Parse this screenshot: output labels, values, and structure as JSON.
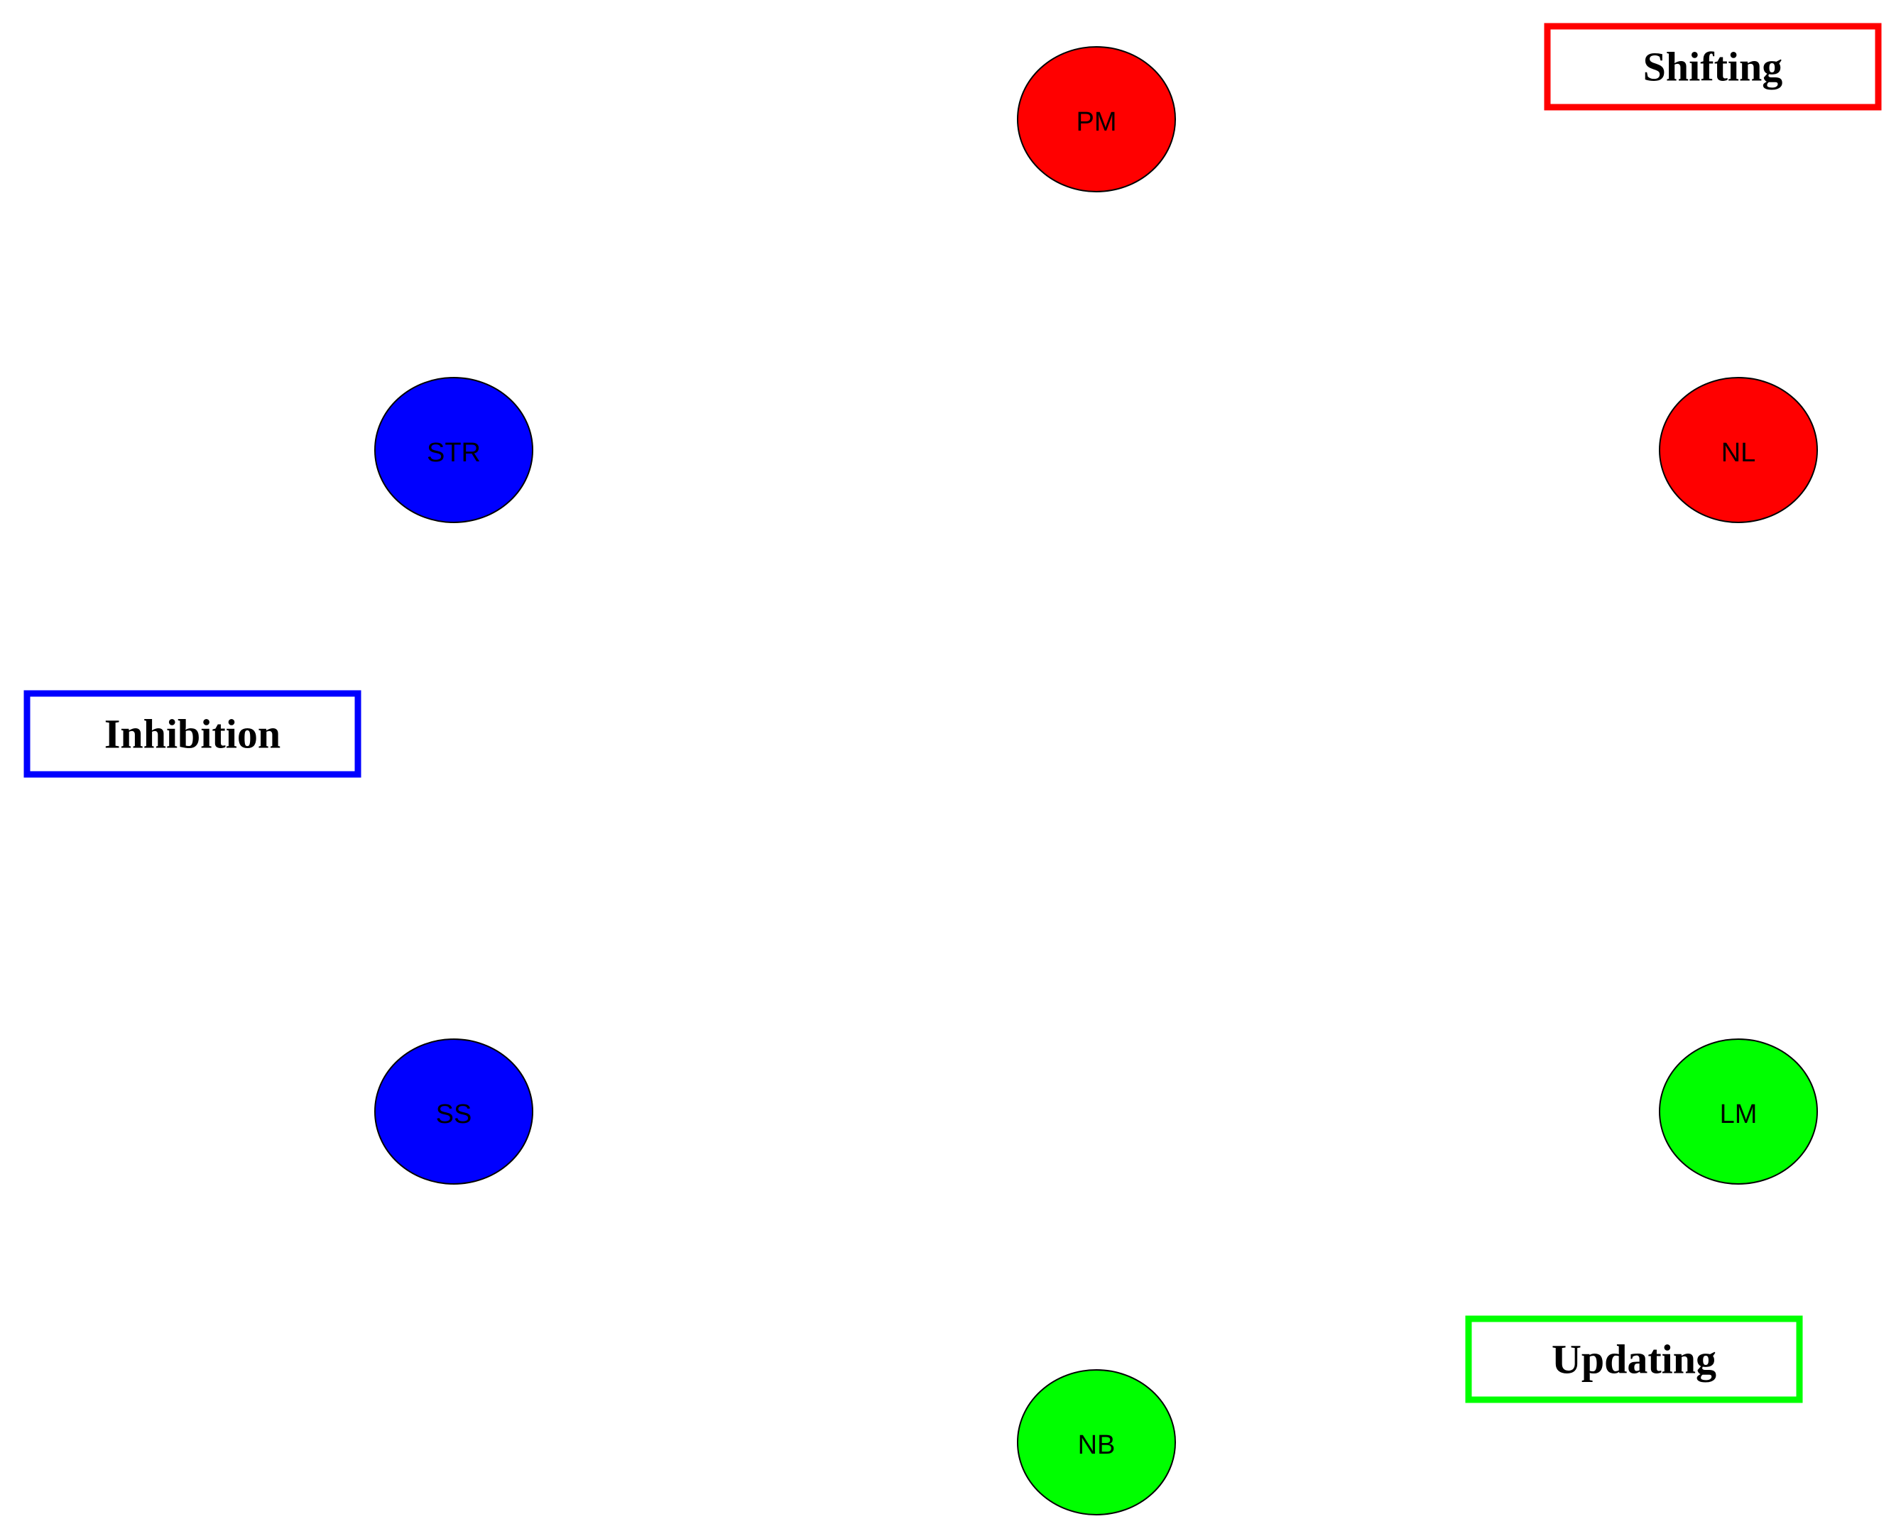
{
  "groups": {
    "shifting": {
      "label": "Shifting",
      "color": "#ff0000"
    },
    "inhibition": {
      "label": "Inhibition",
      "color": "#0000ff"
    },
    "updating": {
      "label": "Updating",
      "color": "#00ff00"
    }
  },
  "nodes": {
    "pm": {
      "label": "PM",
      "group": "shifting"
    },
    "nl": {
      "label": "NL",
      "group": "shifting"
    },
    "str": {
      "label": "STR",
      "group": "inhibition"
    },
    "ss": {
      "label": "SS",
      "group": "inhibition"
    },
    "lm": {
      "label": "LM",
      "group": "updating"
    },
    "nb": {
      "label": "NB",
      "group": "updating"
    }
  }
}
